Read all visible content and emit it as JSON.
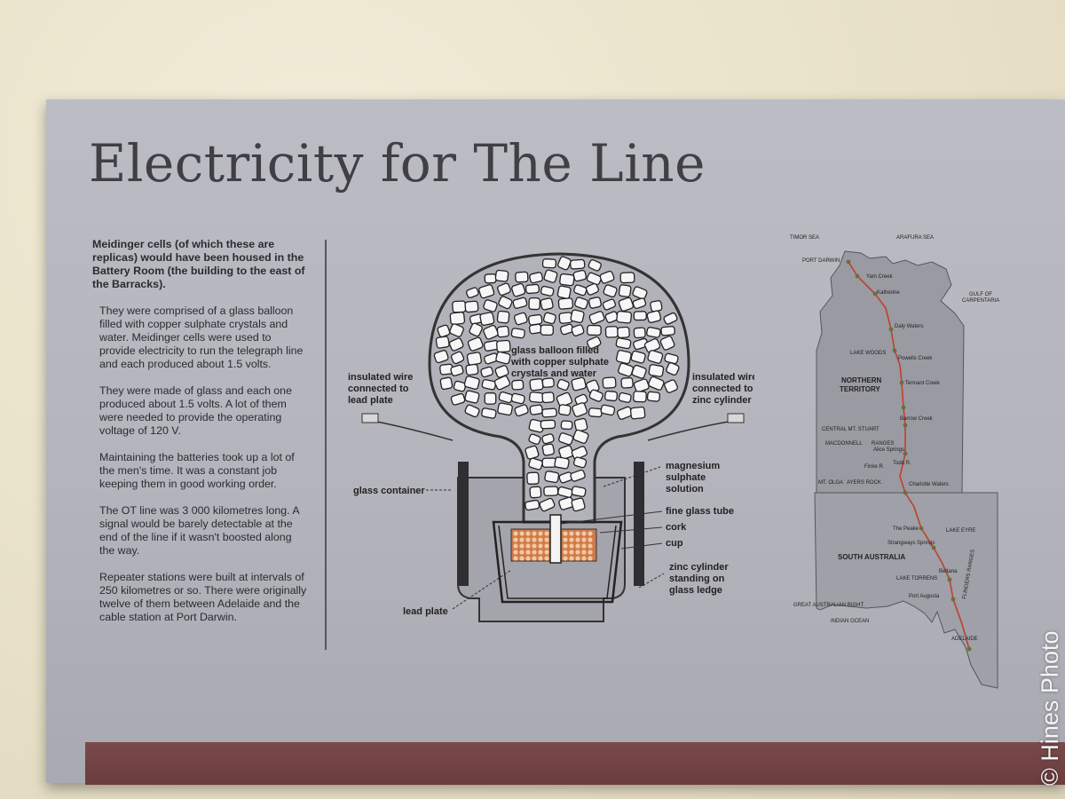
{
  "title": "Electricity for The Line",
  "paragraphs": [
    "Meidinger cells (of which these are replicas) would have been housed in the Battery Room (the building to the east of the Barracks).",
    "They were comprised of a glass balloon filled with copper sulphate crystals and water. Meidinger cells were used to provide electricity to run the telegraph line and each produced about 1.5 volts.",
    "They were made of glass and each one produced about 1.5 volts. A lot of them were needed to provide the operating voltage of 120 V.",
    "Maintaining the batteries took up a lot of the men's time. It was a constant job keeping them in good working order.",
    "The OT line was 3 000 kilometres long. A signal would be barely detectable at the end of the line if it wasn't boosted along the way.",
    "Repeater stations were built at intervals of 250 kilometres or so. There were originally twelve of them between Adelaide and the cable station at Port Darwin."
  ],
  "diagram": {
    "balloon": [
      "glass balloon filled",
      "with copper sulphate",
      "crystals and water"
    ],
    "wire_left": [
      "insulated wire",
      "connected to",
      "lead plate"
    ],
    "wire_right": [
      "insulated wire",
      "connected to",
      "zinc cylinder"
    ],
    "glass_container": "glass container",
    "magnesium": [
      "magnesium",
      "sulphate",
      "solution"
    ],
    "fine_tube": "fine glass tube",
    "cork": "cork",
    "cup": "cup",
    "zinc": [
      "zinc cylinder",
      "standing on",
      "glass ledge"
    ],
    "lead_plate": "lead plate"
  },
  "map": {
    "timor_sea": "TIMOR SEA",
    "arafura_sea": "ARAFURA SEA",
    "port_darwin": "PORT DARWIN",
    "yam_creek": "Yam Creek",
    "katherine": "Katherine",
    "gulf": [
      "GULF OF",
      "CARPENTARIA"
    ],
    "daly_waters": "Daly Waters",
    "lake_woods": "LAKE WOODS",
    "powells_creek": "Powells Creek",
    "territory": [
      "NORTHERN",
      "TERRITORY"
    ],
    "tennant_creek": "Tennant Creek",
    "barrow_creek": "Barrow Creek",
    "central_mt_stuart": "CENTRAL MT. STUART",
    "macdonnell": "MACDONNELL",
    "ranges": "RANGES",
    "alice_springs": "Alice Springs",
    "finke_r": "Finke R.",
    "todd_r": "Todd R.",
    "mt_olga": "MT. OLGA",
    "ayers_rock": "AYERS ROCK",
    "charlotte_waters": "Charlotte Waters",
    "the_peake": "The Peake",
    "lake_eyre": "LAKE EYRE",
    "strangways_springs": "Strangways Springs",
    "south_australia": "SOUTH AUSTRALIA",
    "beltana": "Beltana",
    "flinders_ranges": "FLINDERS RANGES",
    "lake_torrens": "LAKE TORRENS",
    "great_australian_bight": "GREAT AUSTRALIAN BIGHT",
    "port_augusta": "Port Augusta",
    "indian_ocean": "INDIAN OCEAN",
    "adelaide": "ADELAIDE"
  },
  "watermark": "© Hines Photo",
  "colors": {
    "plaque": "#b8b8c0",
    "base_strip": "#6e4042",
    "copper": "#e0a070",
    "line_route": "#c0402e"
  }
}
